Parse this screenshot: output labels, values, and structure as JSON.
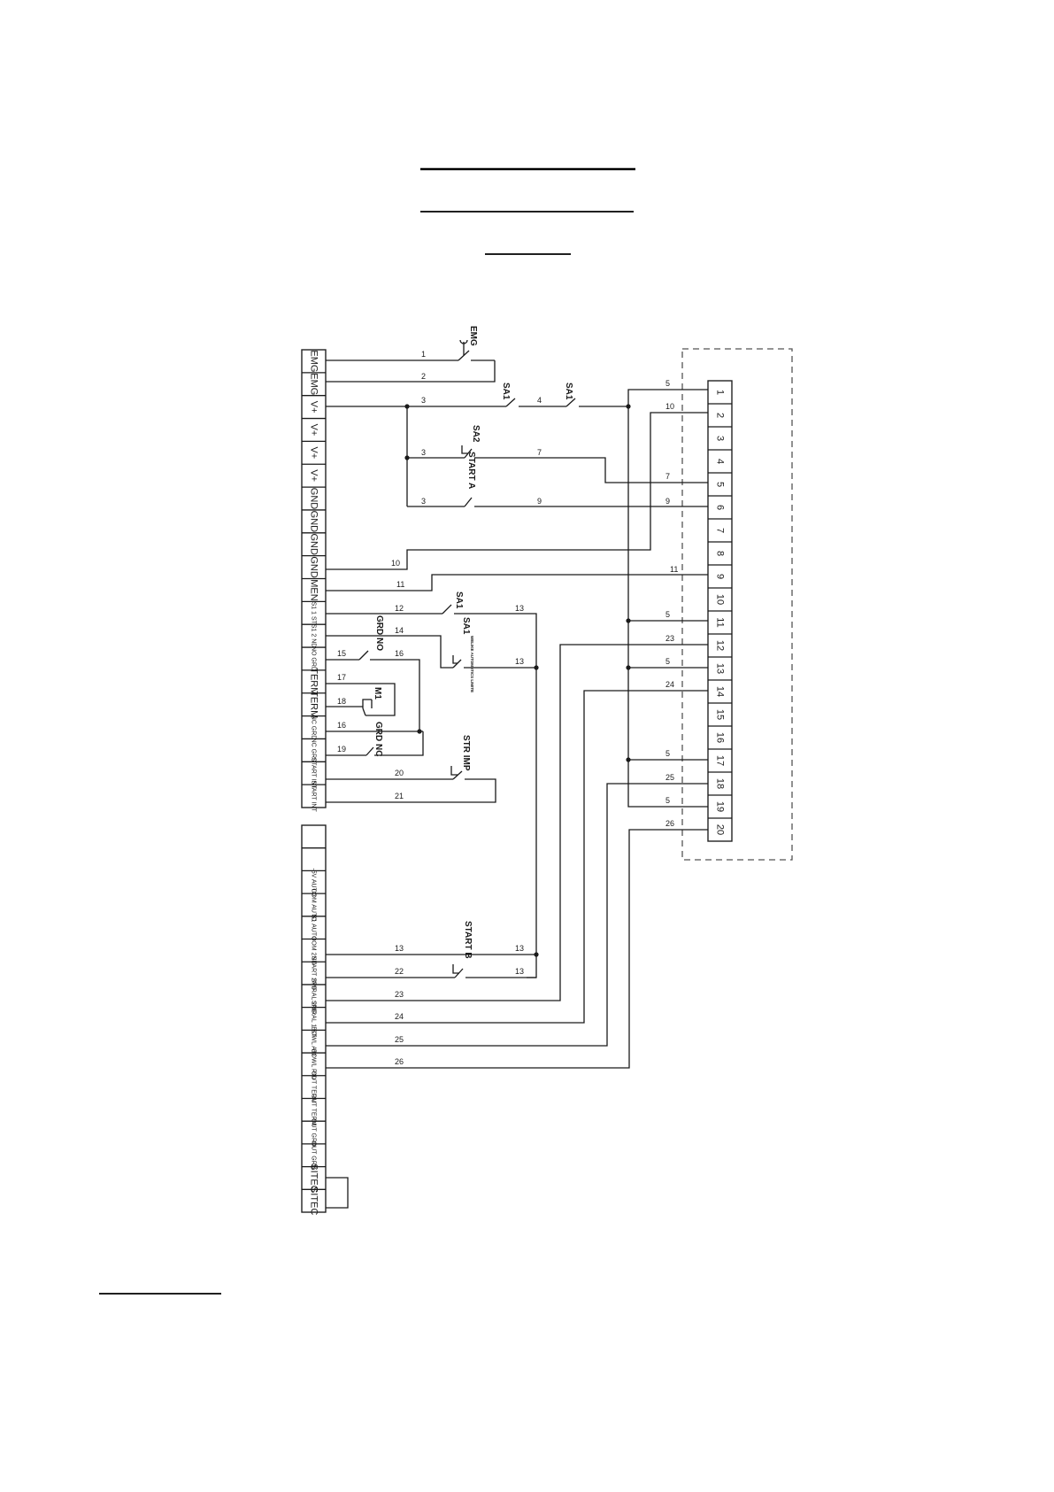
{
  "left_terminals": [
    "EMG",
    "EMG",
    "V+",
    "V+",
    "V+",
    "V+",
    "GND",
    "GND",
    "GND",
    "GND",
    "MEN",
    "S1 1 ST",
    "S1 2 ND",
    "NO GRD",
    "TERM",
    "TERM",
    "NC GRD",
    "NC GRD",
    "START INT",
    "START INT"
  ],
  "left_terminals_lower": [
    "",
    "",
    "-5V AUTO",
    "COM AUTO",
    "S1 AUTO",
    "COM 2ND",
    "START 2ND",
    "SPIRAL 2ND",
    "SPIRAL 1 ST",
    "BOWL A11",
    "BOWL RID",
    "OUT TERM",
    "OUT TERM",
    "OUT GRD",
    "OUT GRD",
    "SITEC",
    "SITEC"
  ],
  "right_terminals": [
    "1",
    "2",
    "3",
    "4",
    "5",
    "6",
    "7",
    "8",
    "9",
    "10",
    "11",
    "12",
    "13",
    "14",
    "15",
    "16",
    "17",
    "18",
    "19",
    "20"
  ],
  "components": {
    "emg": "EMG",
    "sa1_a": "SA1",
    "sa1_b": "SA1",
    "sa2": "SA2",
    "start_a": "START A",
    "sa1_c": "SA1",
    "sa1_d": "SA1",
    "sa1_d_note": "WELIKE AUTOMATICS LIMITE",
    "grd_no": "GRD NO",
    "m1": "M1",
    "grd_nc": "GRD NC",
    "str_imp": "STR IMP",
    "start_b": "START B"
  },
  "wires": {
    "w1": "1",
    "w2": "2",
    "w3a": "3",
    "w4": "4",
    "w5a": "5",
    "w10a": "10",
    "w3b": "3",
    "w7a": "7",
    "w7b": "7",
    "w3c": "3",
    "w9a": "9",
    "w9b": "9",
    "w10b": "10",
    "w11a": "11",
    "w11b": "11",
    "w12": "12",
    "w13a": "13",
    "w14": "14",
    "w13b": "13",
    "w15": "15",
    "w16a": "16",
    "w17": "17",
    "w18": "18",
    "w16b": "16",
    "w19": "19",
    "w20": "20",
    "w21": "21",
    "w5b": "5",
    "w23a": "23",
    "w5c": "5",
    "w24a": "24",
    "w5d": "5",
    "w25a": "25",
    "w5e": "5",
    "w26a": "26",
    "w13c": "13",
    "w13d": "13",
    "w22": "22",
    "w13e": "13",
    "w23b": "23",
    "w24b": "24",
    "w25b": "25",
    "w26b": "26"
  }
}
